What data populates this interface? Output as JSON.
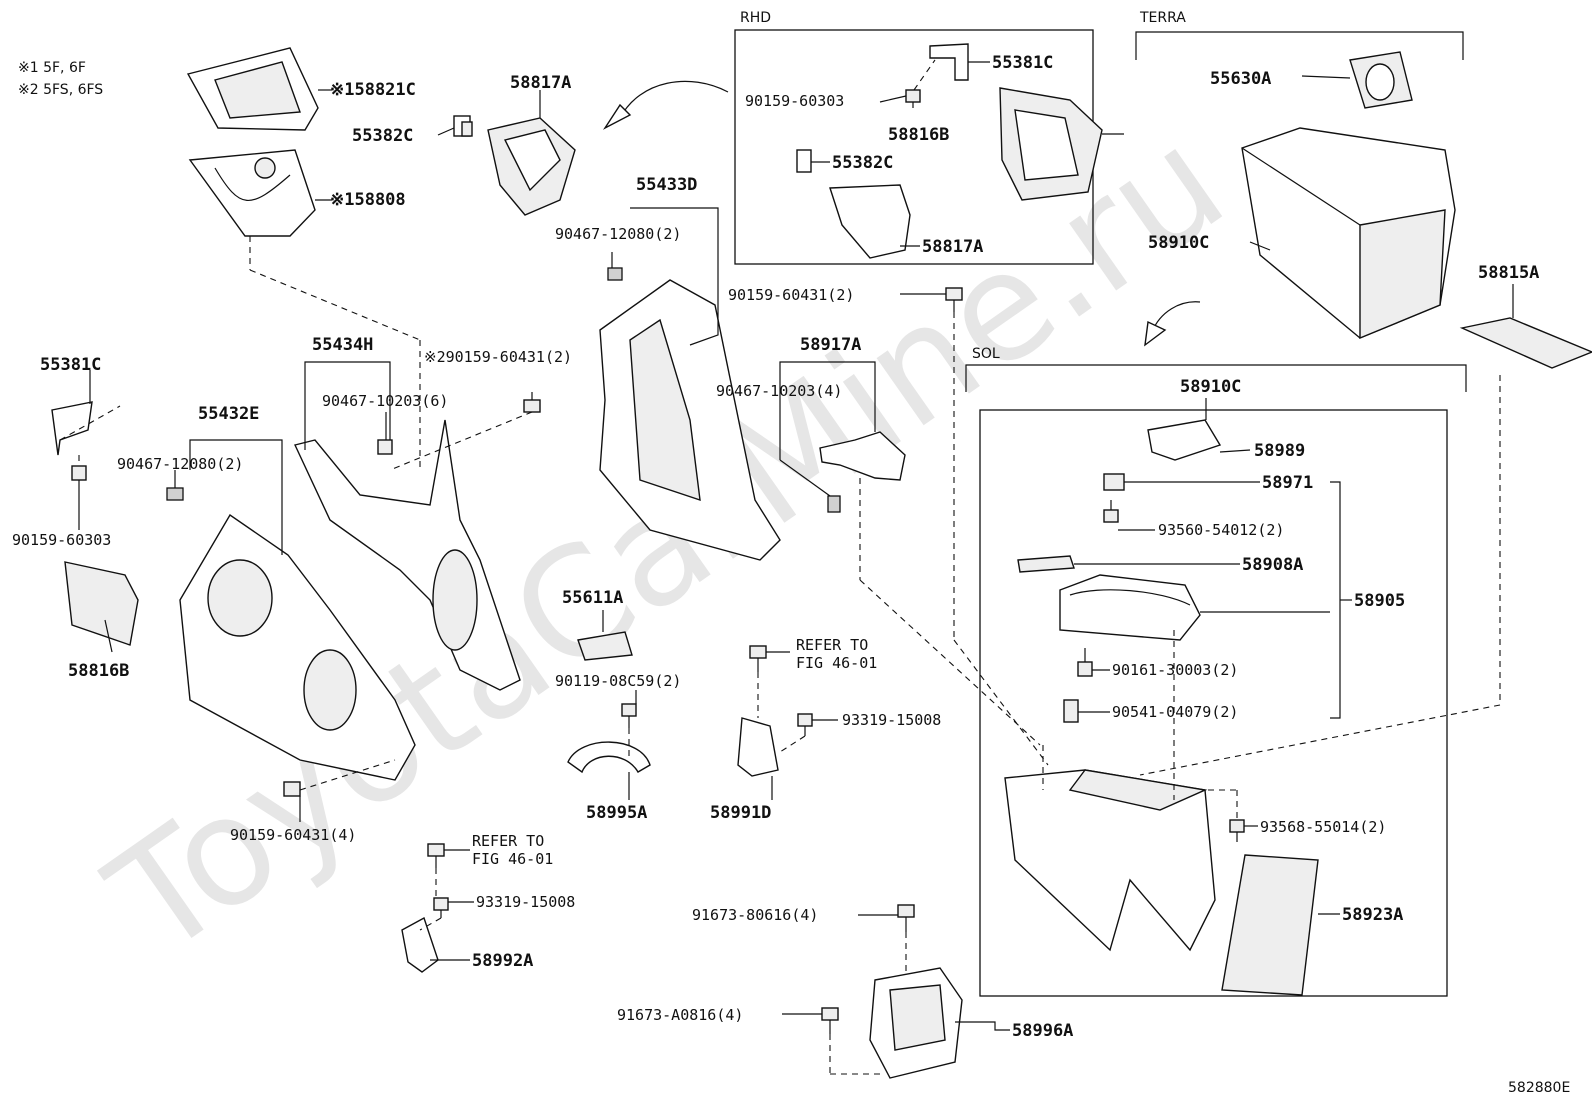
{
  "watermark": "ToyotaCarMine.ru",
  "legend": {
    "note1": "※1 5F, 6F",
    "note2": "※2 5FS, 6FS"
  },
  "sections": {
    "rhd": "RHD",
    "terra": "TERRA",
    "sol": "SOL"
  },
  "labels": {
    "p158821C": "※158821C",
    "p158808": "※158808",
    "p58817A_top": "58817A",
    "p55382C_top": "55382C",
    "p55433D": "55433D",
    "p90467_12080_a": "90467-12080(2)",
    "rhd_90159_60303": "90159-60303",
    "rhd_55381C": "55381C",
    "rhd_58816B": "58816B",
    "rhd_55382C": "55382C",
    "rhd_58817A": "58817A",
    "p55630A": "55630A",
    "p58910C_terra": "58910C",
    "p58815A": "58815A",
    "p90159_60431_2": "90159-60431(2)",
    "p55381C_left": "55381C",
    "p90159_60303_left": "90159-60303",
    "p58816B_left": "58816B",
    "p55432E": "55432E",
    "p90467_12080_b": "90467-12080(2)",
    "p55434H": "55434H",
    "p90467_10203_6": "90467-10203(6)",
    "p2_90159_60431_2": "※290159-60431(2)",
    "p58917A": "58917A",
    "p90467_10203_4": "90467-10203(4)",
    "p58910C_sol": "58910C",
    "p58989": "58989",
    "p58971": "58971",
    "p93560_54012": "93560-54012(2)",
    "p58908A": "58908A",
    "p58905": "58905",
    "p90161_30003": "90161-30003(2)",
    "p90541_04079": "90541-04079(2)",
    "p93568_55014": "93568-55014(2)",
    "p58923A": "58923A",
    "p55611A": "55611A",
    "p90119_08C59": "90119-08C59(2)",
    "p58995A": "58995A",
    "refer1_a": "REFER TO",
    "refer1_b": "FIG 46-01",
    "p93319_15008_a": "93319-15008",
    "p58991D": "58991D",
    "p90159_60431_4": "90159-60431(4)",
    "refer2_a": "REFER TO",
    "refer2_b": "FIG 46-01",
    "p93319_15008_b": "93319-15008",
    "p58992A": "58992A",
    "p91673_80616": "91673-80616(4)",
    "p91673_A0816": "91673-A0816(4)",
    "p58996A": "58996A",
    "figure_code": "582880E"
  }
}
